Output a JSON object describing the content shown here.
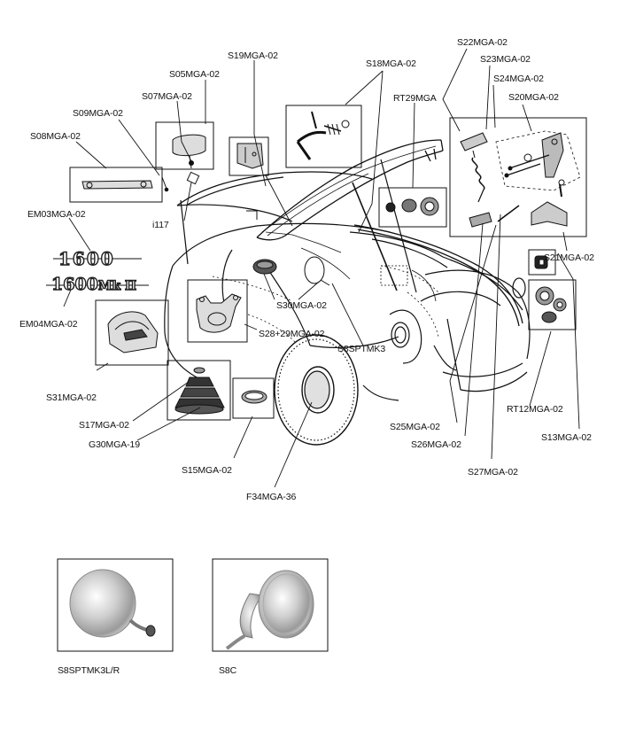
{
  "labels": {
    "s19": "S19MGA-02",
    "s05": "S05MGA-02",
    "s07": "S07MGA-02",
    "s09": "S09MGA-02",
    "s08": "S08MGA-02",
    "em03": "EM03MGA-02",
    "em04": "EM04MGA-02",
    "i117": "i117",
    "s18": "S18MGA-02",
    "rt29": "RT29MGA",
    "s22": "S22MGA-02",
    "s23": "S23MGA-02",
    "s24": "S24MGA-02",
    "s20": "S20MGA-02",
    "s21": "S21MGA-02",
    "s30": "S30MGA-02",
    "s28": "S28+29MGA-02",
    "s8sptmk3": "S8SPTMK3",
    "s31": "S31MGA-02",
    "s17": "S17MGA-02",
    "g30": "G30MGA-19",
    "s15": "S15MGA-02",
    "f34": "F34MGA-36",
    "rt12": "RT12MGA-02",
    "s13": "S13MGA-02",
    "s25": "S25MGA-02",
    "s26": "S26MGA-02",
    "s27": "S27MGA-02",
    "s8sptmk3lr": "S8SPTMK3L/R",
    "s8c": "S8C"
  },
  "badges": {
    "badge_1600": "1600",
    "badge_1600_base": "1600",
    "badge_mk": "Mk II"
  },
  "colors": {
    "ink": "#111111",
    "paper": "#ffffff",
    "chrome": "#cfcfcf"
  }
}
